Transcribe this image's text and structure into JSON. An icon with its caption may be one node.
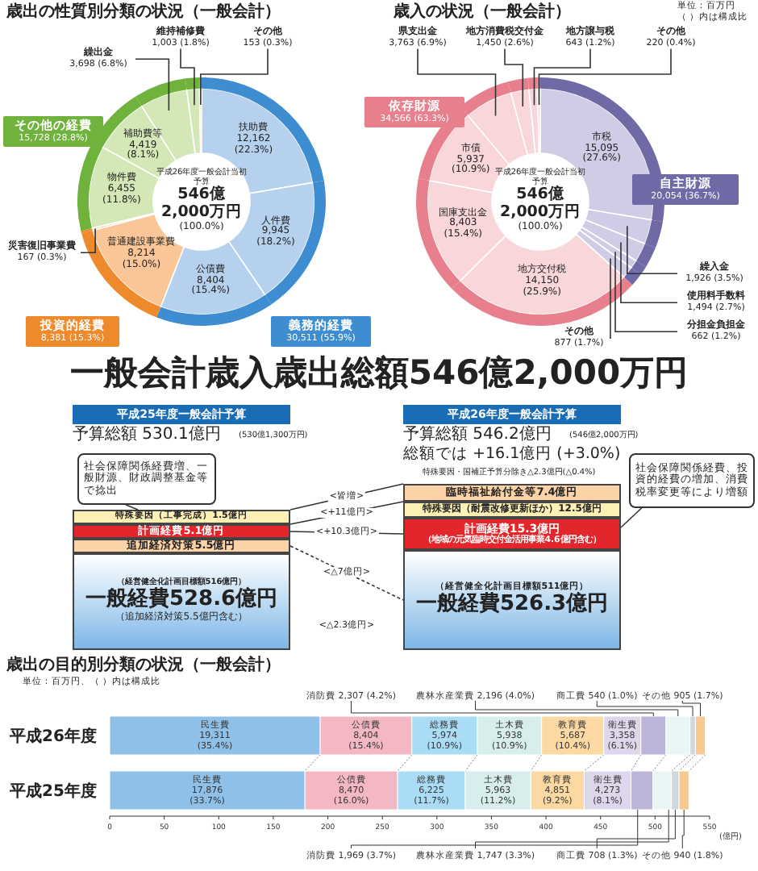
{
  "diagram": {
    "title": "一般会計歳入歳出総額546億2,000万円",
    "nodes": [
      {
        "text": [
          "平成26年度一般会計当初予算",
          "546億2,000万円",
          "(100.0%)"
        ]
      },
      {
        "text": [
          "維持補修費",
          "1,003 (1.8%)"
        ]
      },
      {
        "text": [
          "その他",
          "153 (0.3%)"
        ]
      },
      {
        "text": [
          "繰出金",
          "3,698 (6.8%)"
        ]
      },
      {
        "text": [
          "災害復旧事業費",
          "167 (0.3%)"
        ]
      },
      {
        "text": [
          "その他の経費",
          "15,728 (28.8%)"
        ]
      },
      {
        "text": [
          "投資的経費",
          "8,381 (15.3%)"
        ]
      },
      {
        "text": [
          "義務的経費",
          "30,511 (55.9%)"
        ]
      },
      {
        "text": [
          "平成26年度一般会計当初予算",
          "546億2,000万円",
          "(100.0%)"
        ]
      },
      {
        "text": [
          "県支出金",
          "3,763 (6.9%)"
        ]
      },
      {
        "text": [
          "地方消費税交付金",
          "1,450 (2.6%)"
        ]
      },
      {
        "text": [
          "地方譲与税",
          "643 (1.2%)"
        ]
      },
      {
        "text": [
          "その他",
          "220 (0.4%)"
        ]
      },
      {
        "text": [
          "依存財源",
          "34,566 (63.3%)"
        ]
      },
      {
        "text": [
          "自主財源",
          "20,054 (36.7%)"
        ]
      },
      {
        "text": [
          "繰入金",
          "1,926 (3.5%)"
        ]
      },
      {
        "text": [
          "使用料手数料",
          "1,494 (2.7%)"
        ]
      },
      {
        "text": [
          "分担金負担金",
          "662 (1.2%)"
        ]
      },
      {
        "text": [
          "その他",
          "877 (1.7%)"
        ]
      },
      {
        "text": [
          "平成25年度一般会計予算"
        ]
      },
      {
        "text": [
          "平成26年度一般会計予算"
        ]
      },
      {
        "text": [
          "社会保障関係経費増、一般財源、財政調整基金等で捻出"
        ]
      },
      {
        "text": [
          "特殊要因（工事完成）1.5億円"
        ]
      },
      {
        "text": [
          "計画経費5.1億円"
        ]
      },
      {
        "text": [
          "追加経済対策5.5億円"
        ]
      },
      {
        "text": [
          "（経営健全化計画目標額516億円）",
          "一般経費528.6億円",
          "（追加経済対策5.5億円含む）"
        ]
      },
      {
        "text": [
          "臨時福祉給付金等7.4億円"
        ]
      },
      {
        "text": [
          "特殊要因（耐震改修更新ほか）12.5億円"
        ]
      },
      {
        "text": [
          "計画経費15.3億円",
          "（地域の元気臨時交付金活用事業4.6億円含む）"
        ]
      },
      {
        "text": [
          "（経営健全化計画目標額511億円）",
          "一般経費526.3億円"
        ]
      },
      {
        "text": [
          "社会保障関係経費、投資的経費の増加、消費税率変更等により増額"
        ]
      },
      {
        "text": [],
        "shape": "slice"
      },
      {
        "text": [],
        "shape": "slice"
      },
      {
        "text": [],
        "shape": "slice"
      },
      {
        "text": [],
        "shape": "slice"
      },
      {
        "text": [],
        "shape": "slice"
      },
      {
        "text": [],
        "shape": "slice"
      },
      {
        "text": [],
        "shape": "slice"
      },
      {
        "text": [],
        "shape": "slice"
      },
      {
        "text": [],
        "shape": "slice"
      },
      {
        "text": [],
        "shape": "slice"
      },
      {
        "text": [],
        "shape": "slice"
      },
      {
        "text": [],
        "shape": "slice"
      }
    ],
    "edges": [
      {
        "from": 1,
        "to": 31,
        "arrow": "none"
      },
      {
        "from": 2,
        "to": 32,
        "arrow": "none"
      },
      {
        "from": 3,
        "to": 33,
        "arrow": "none"
      },
      {
        "from": 4,
        "to": 34,
        "arrow": "none"
      },
      {
        "from": 9,
        "to": 35,
        "arrow": "none"
      },
      {
        "from": 10,
        "to": 36,
        "arrow": "none"
      },
      {
        "from": 11,
        "to": 37,
        "arrow": "none"
      },
      {
        "from": 12,
        "to": 38,
        "arrow": "none"
      },
      {
        "from": 15,
        "to": 39,
        "arrow": "none"
      },
      {
        "from": 16,
        "to": 40,
        "arrow": "none"
      },
      {
        "from": 17,
        "to": 41,
        "arrow": "none"
      },
      {
        "from": 18,
        "to": 42,
        "arrow": "none"
      },
      {
        "from": 22,
        "to": 26,
        "arrow": "none",
        "label": "<皆増>"
      },
      {
        "from": 22,
        "to": 27,
        "arrow": "none",
        "label": "<+11億円>"
      },
      {
        "from": 23,
        "to": 28,
        "arrow": "none",
        "label": "<+10.3億円>"
      },
      {
        "from": 24,
        "to": 29,
        "arrow": "none",
        "label": "<△7億円>",
        "style": "dashed"
      },
      {
        "from": 21,
        "to": 22,
        "arrow": "none"
      },
      {
        "from": 30,
        "to": 28,
        "arrow": "none"
      }
    ],
    "labels": [
      "歳出の性質別分類の状況（一般会計）",
      "歳入の状況（一般会計）",
      "単位：百万円",
      "（ ）内は構成比",
      "扶助費 12,162 (22.3%)",
      "人件費 9,945 (18.2%)",
      "公債費 8,404 (15.4%)",
      "普通建設事業費 8,214 (15.0%)",
      "物件費 6,455 (11.8%)",
      "補助費等 4,419 (8.1%)",
      "市税 15,095 (27.6%)",
      "地方交付税 14,150 (25.9%)",
      "国庫支出金 8,403 (15.4%)",
      "市債 5,937 (10.9%)",
      "予算総額 530.1億円",
      "(530億1,300万円)",
      "予算総額 546.2億円",
      "(546億2,000万円)",
      "総額では +16.1億円 (+3.0%)",
      "特殊要因・国補正予算分除き△2.3億円(△0.4%)",
      "<△2.3億円>",
      "歳出の目的別分類の状況（一般会計）",
      "単位：百万円、（ ）内は構成比"
    ],
    "chart_data": {
      "type": "bar",
      "orientation": "horizontal",
      "stacked": true,
      "categories": [
        "平成26年度",
        "平成25年度"
      ],
      "xlabel": "(億円)",
      "xlim": [
        0,
        550
      ],
      "xticks": [
        0,
        50,
        100,
        150,
        200,
        250,
        300,
        350,
        400,
        450,
        500,
        550
      ],
      "series": [
        {
          "name": "民生費",
          "color": "#8fc0e8",
          "values": [
            193,
            179
          ]
        },
        {
          "name": "公債費",
          "color": "#f4b8c4",
          "values": [
            84,
            85
          ]
        },
        {
          "name": "総務費",
          "color": "#aadcf6",
          "values": [
            60,
            62
          ]
        },
        {
          "name": "土木費",
          "color": "#d8eeec",
          "values": [
            59,
            60
          ]
        },
        {
          "name": "教育費",
          "color": "#fcd9a2",
          "values": [
            57,
            49
          ]
        },
        {
          "name": "衛生費",
          "color": "#ded7ec",
          "values": [
            34,
            43
          ]
        },
        {
          "name": "消防費",
          "color": "#bdb4da",
          "values": [
            23,
            20
          ]
        },
        {
          "name": "農林水産業費",
          "color": "#eaf5f5",
          "values": [
            22,
            17
          ]
        },
        {
          "name": "商工費",
          "color": "#cfd8dc",
          "values": [
            5,
            7
          ]
        },
        {
          "name": "その他",
          "color": "#f8c98f",
          "values": [
            9,
            9
          ]
        }
      ],
      "value_labels": [
        [
          "19,311 (35.4%)",
          "17,876 (33.7%)"
        ],
        [
          "8,404 (15.4%)",
          "8,470 (16.0%)"
        ],
        [
          "5,974 (10.9%)",
          "6,225 (11.7%)"
        ],
        [
          "5,938 (10.9%)",
          "5,963 (11.2%)"
        ],
        [
          "5,687 (10.4%)",
          "4,851 (9.2%)"
        ],
        [
          "3,358 (6.1%)",
          "4,273 (8.1%)"
        ],
        [
          "2,307 (4.2%)",
          "1,969 (3.7%)"
        ],
        [
          "2,196 (4.0%)",
          "1,747 (3.3%)"
        ],
        [
          "540 (1.0%)",
          "708 (1.3%)"
        ],
        [
          "905 (1.7%)",
          "940 (1.8%)"
        ]
      ]
    }
  }
}
